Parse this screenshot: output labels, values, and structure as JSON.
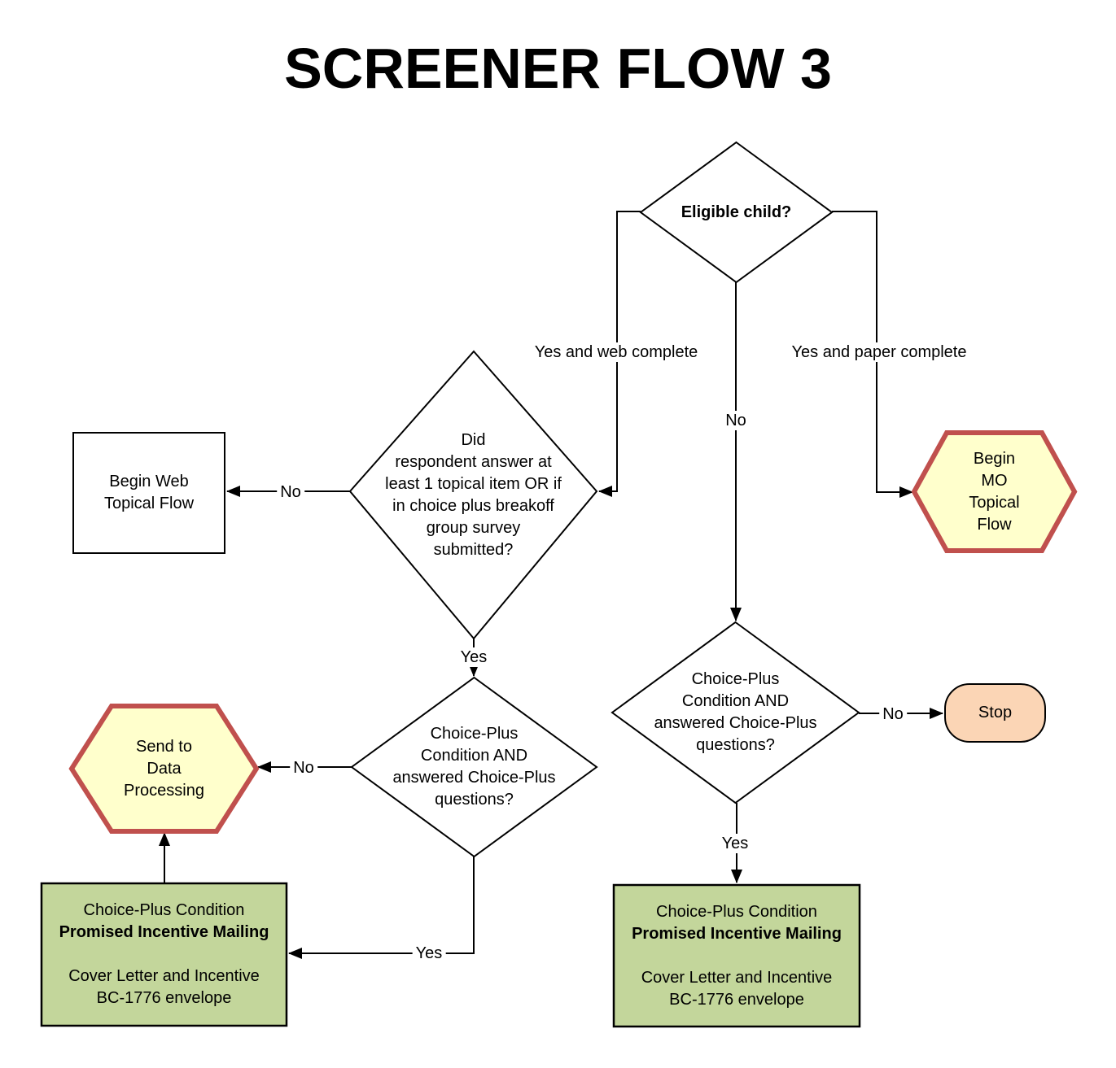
{
  "title": "SCREENER FLOW 3",
  "colors": {
    "hexagon_fill": "#FFFFCC",
    "hexagon_border": "#C0504D",
    "stop_fill": "#FBD5B5",
    "incentive_fill": "#C3D69B",
    "line": "#000000",
    "shape_fill": "#FFFFFF"
  },
  "nodes": {
    "eligible_child": {
      "label": "Eligible child?"
    },
    "topical_answer": {
      "label": "Did\nrespondent answer at\nleast 1 topical item OR if\nin choice plus breakoff\ngroup survey\nsubmitted?"
    },
    "begin_web": {
      "label": "Begin Web\nTopical Flow"
    },
    "begin_mo": {
      "label": "Begin\nMO\nTopical\nFlow"
    },
    "choice_plus_left": {
      "label": "Choice-Plus\nCondition AND\nanswered Choice-Plus\nquestions?"
    },
    "choice_plus_right": {
      "label": "Choice-Plus\nCondition AND\nanswered Choice-Plus\nquestions?"
    },
    "send_to_dp": {
      "label": "Send to\nData\nProcessing"
    },
    "stop": {
      "label": "Stop"
    },
    "incentive_left": {
      "line1": "Choice-Plus Condition",
      "line2": "Promised Incentive Mailing",
      "body": "Cover Letter and Incentive\nBC-1776 envelope"
    },
    "incentive_right": {
      "line1": "Choice-Plus Condition",
      "line2": "Promised Incentive Mailing",
      "body": "Cover Letter and Incentive\nBC-1776 envelope"
    }
  },
  "edge_labels": {
    "yes_web_complete": "Yes and web complete",
    "yes_paper_complete": "Yes and paper complete",
    "no_center": "No",
    "no_to_begin_web": "No",
    "yes_to_choice_plus_left": "Yes",
    "no_to_data_processing": "No",
    "yes_to_incentive_left": "Yes",
    "no_to_stop": "No",
    "yes_to_incentive_right": "Yes"
  }
}
